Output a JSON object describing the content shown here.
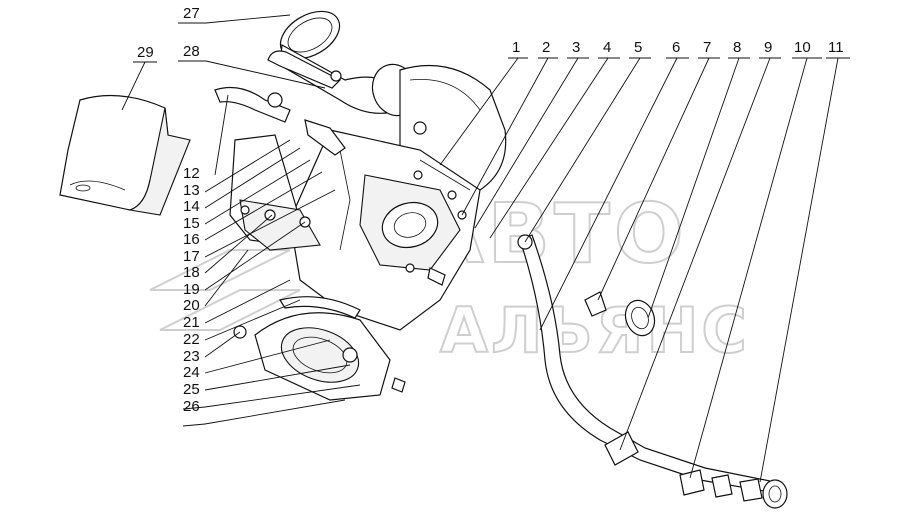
{
  "watermark": {
    "line1": "АВТО",
    "line2": "АЛЬЯНС"
  },
  "callouts": [
    {
      "number": "1"
    },
    {
      "number": "2"
    },
    {
      "number": "3"
    },
    {
      "number": "4"
    },
    {
      "number": "5"
    },
    {
      "number": "6"
    },
    {
      "number": "7"
    },
    {
      "number": "8"
    },
    {
      "number": "9"
    },
    {
      "number": "10"
    },
    {
      "number": "11"
    },
    {
      "number": "12"
    },
    {
      "number": "13"
    },
    {
      "number": "14"
    },
    {
      "number": "15"
    },
    {
      "number": "16"
    },
    {
      "number": "17"
    },
    {
      "number": "18"
    },
    {
      "number": "19"
    },
    {
      "number": "20"
    },
    {
      "number": "21"
    },
    {
      "number": "22"
    },
    {
      "number": "23"
    },
    {
      "number": "24"
    },
    {
      "number": "25"
    },
    {
      "number": "26"
    },
    {
      "number": "27"
    },
    {
      "number": "28"
    },
    {
      "number": "29"
    }
  ]
}
